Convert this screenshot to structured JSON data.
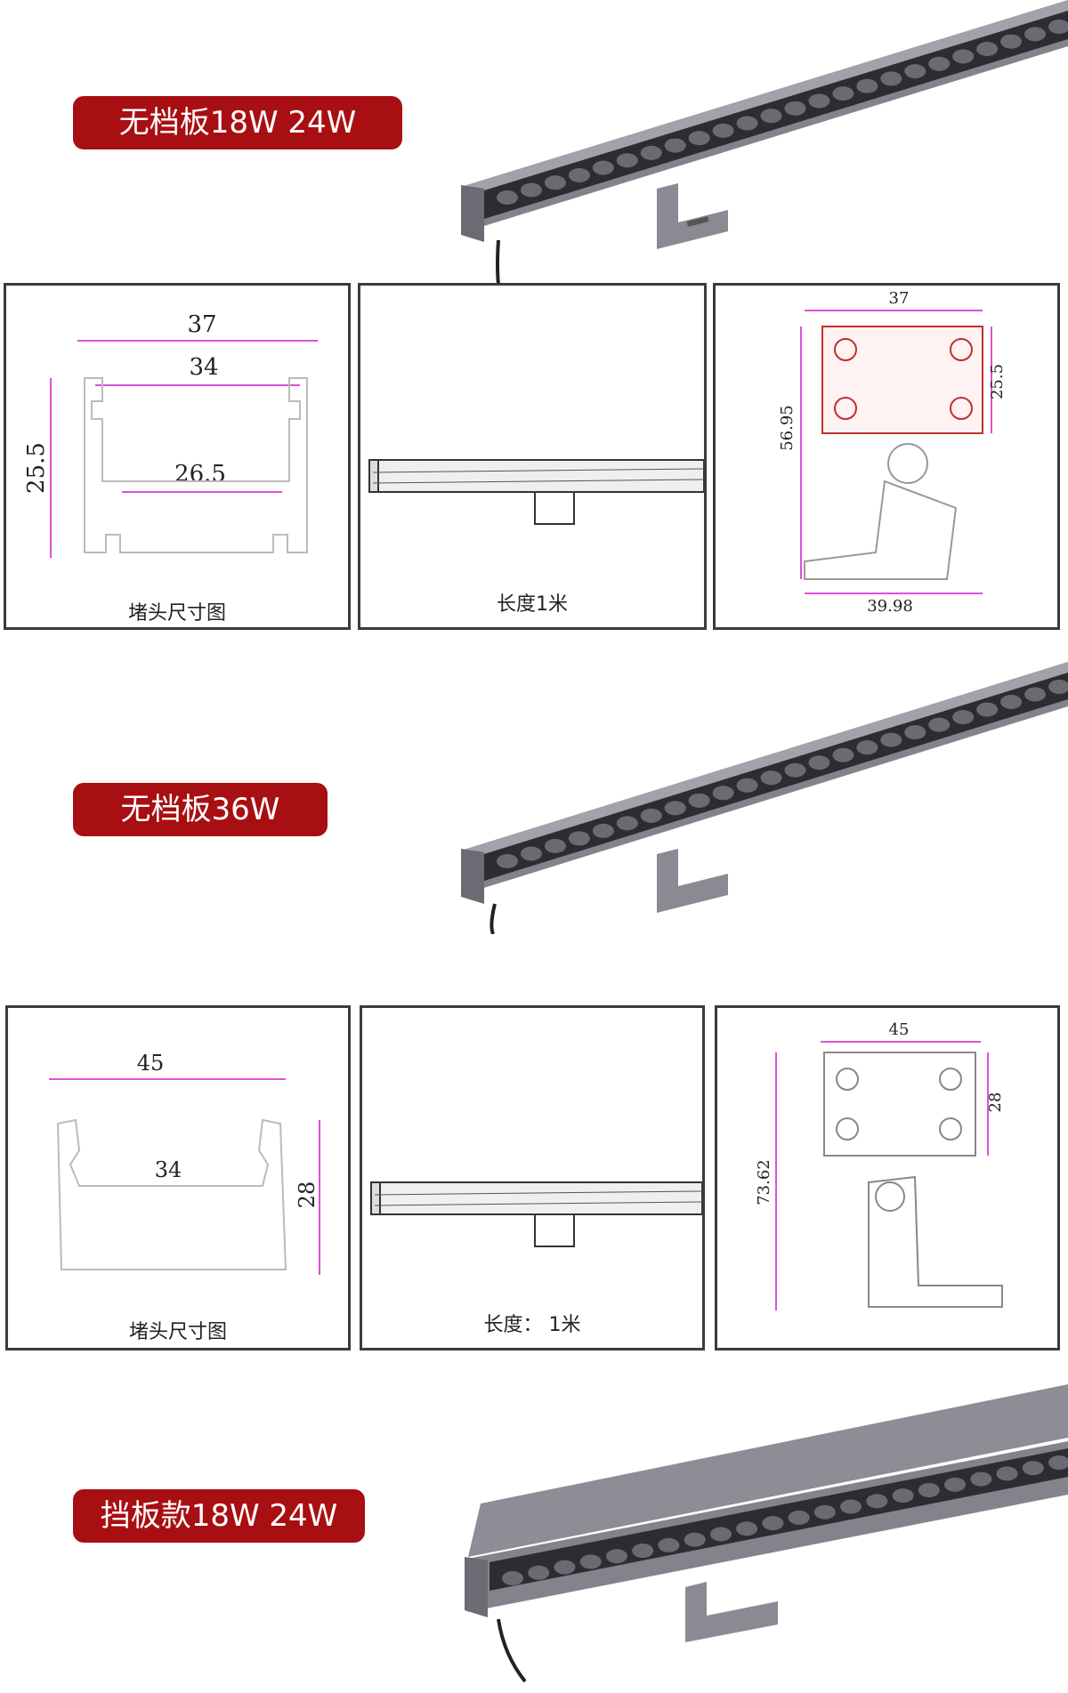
{
  "colors": {
    "badge": "#a80f12",
    "dimension": "#d018c8",
    "bar_body": "#7f7f88",
    "bar_lens": "#2b2b30"
  },
  "sections": [
    {
      "badge": "无档板18W  24W",
      "profile": {
        "top": "37",
        "inner": "34",
        "bottom": "26.5",
        "height": "25.5",
        "caption": "堵头尺寸图"
      },
      "length_caption": "长度1米",
      "bracket": {
        "width": "37",
        "bottom": "39.98",
        "total_height": "56.95",
        "body_height": "25.5"
      }
    },
    {
      "badge": "无档板36W",
      "profile": {
        "top": "45",
        "inner": "34",
        "height": "28",
        "caption": "堵头尺寸图"
      },
      "length_caption": "长度：  1米",
      "bracket": {
        "width": "45",
        "total_height": "73.62",
        "body_height": "28"
      }
    },
    {
      "badge": "挡板款18W  24W"
    }
  ]
}
